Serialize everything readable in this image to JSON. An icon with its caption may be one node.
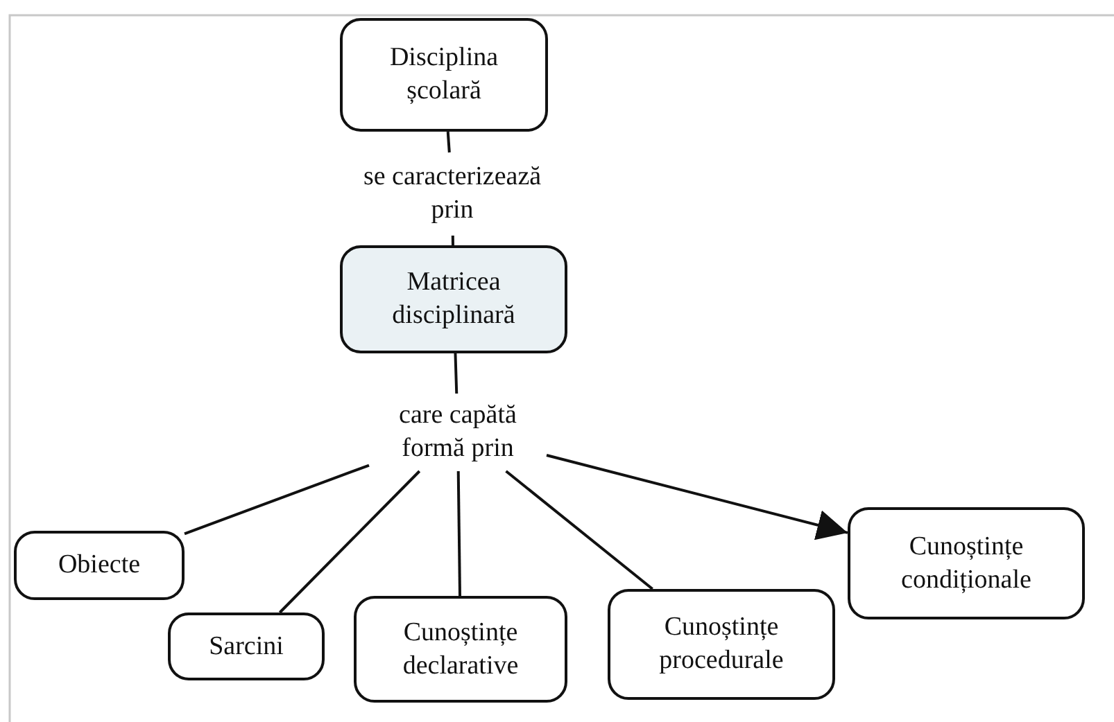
{
  "diagram": {
    "nodes": [
      {
        "text": [
          "Disciplina școlară"
        ]
      },
      {
        "text": [
          "se caracterizează prin"
        ]
      },
      {
        "text": [
          "Matricea disciplinară"
        ]
      },
      {
        "text": [
          "care capătă formă prin"
        ]
      },
      {
        "text": [
          "Obiecte"
        ]
      },
      {
        "text": [
          "Sarcini"
        ]
      },
      {
        "text": [
          "Cunoștințe declarative"
        ]
      },
      {
        "text": [
          "Cunoștințe procedurale"
        ]
      },
      {
        "text": [
          "Cunoștințe condiționale"
        ]
      }
    ],
    "edges": [
      {
        "from": 0,
        "to": 1,
        "arrow": "none"
      },
      {
        "from": 1,
        "to": 2,
        "arrow": "none"
      },
      {
        "from": 2,
        "to": 3,
        "arrow": "none"
      },
      {
        "from": 3,
        "to": 4,
        "arrow": "none"
      },
      {
        "from": 3,
        "to": 5,
        "arrow": "none"
      },
      {
        "from": 3,
        "to": 6,
        "arrow": "none"
      },
      {
        "from": 3,
        "to": 7,
        "arrow": "none"
      },
      {
        "from": 3,
        "to": 8,
        "arrow": "to"
      }
    ]
  }
}
